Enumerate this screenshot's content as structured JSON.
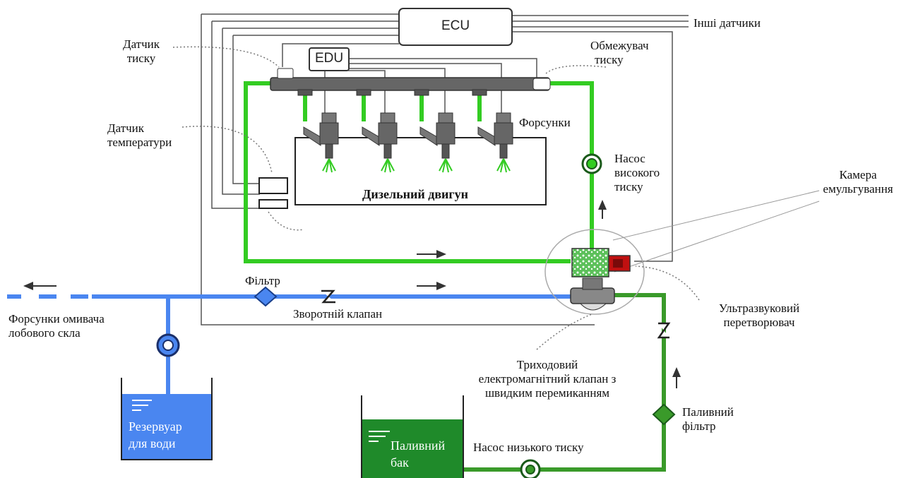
{
  "blocks": {
    "ecu": "ECU",
    "edu": "EDU"
  },
  "labels": {
    "other_sensors": "Інші датчики",
    "pressure_sensor_1": "Датчик",
    "pressure_sensor_2": "тиску",
    "pressure_limiter_1": "Обмежувач",
    "pressure_limiter_2": "тиску",
    "temp_sensor_1": "Датчик",
    "temp_sensor_2": "температури",
    "injectors": "Форсунки",
    "hp_pump_1": "Насос",
    "hp_pump_2": "високого",
    "hp_pump_3": "тиску",
    "engine": "Дизельний двигун",
    "emulsion_1": "Камера",
    "emulsion_2": "емульгування",
    "filter": "Фільтр",
    "check_valve": "Зворотній клапан",
    "washer_1": "Форсунки омивача",
    "washer_2": "лобового скла",
    "ultrasonic_1": "Ультразвуковий",
    "ultrasonic_2": "перетворювач",
    "valve_1": "Триходовий",
    "valve_2": "електромагнітний клапан з",
    "valve_3": "швидким перемиканням",
    "fuel_filter_1": "Паливний",
    "fuel_filter_2": "фільтр",
    "lp_pump": "Насос низького тиску",
    "water_tank_1": "Резервуар",
    "water_tank_2": "для води",
    "fuel_tank_1": "Паливний",
    "fuel_tank_2": "бак"
  },
  "colors": {
    "fuel_line": "#33cc22",
    "water_line": "#4a86f0",
    "return_line": "#3a9a2a",
    "fuel_tank": "#1f8a2a",
    "water_tank": "#4a86f0",
    "rail": "#666666",
    "control_wire": "#333333"
  }
}
